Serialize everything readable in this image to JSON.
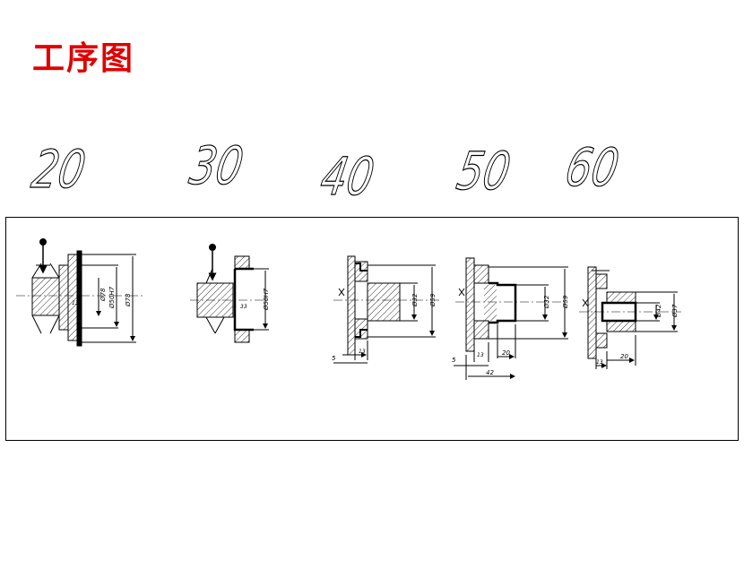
{
  "page": {
    "title": "工序图"
  },
  "operations": [
    {
      "number": "20",
      "dims": [
        "Ø78",
        "Ø50H7",
        "Ø78",
        "13"
      ]
    },
    {
      "number": "30",
      "dims": [
        "Ø50H7",
        "33"
      ]
    },
    {
      "number": "40",
      "dims": [
        "Ø32",
        "Ø59",
        "5",
        "13"
      ]
    },
    {
      "number": "50",
      "dims": [
        "Ø32",
        "Ø59",
        "5",
        "13",
        "20",
        "42"
      ]
    },
    {
      "number": "60",
      "dims": [
        "Ø42",
        "Ø37",
        "13",
        "20"
      ]
    }
  ],
  "colors": {
    "title": "#e00000",
    "line": "#000000"
  }
}
